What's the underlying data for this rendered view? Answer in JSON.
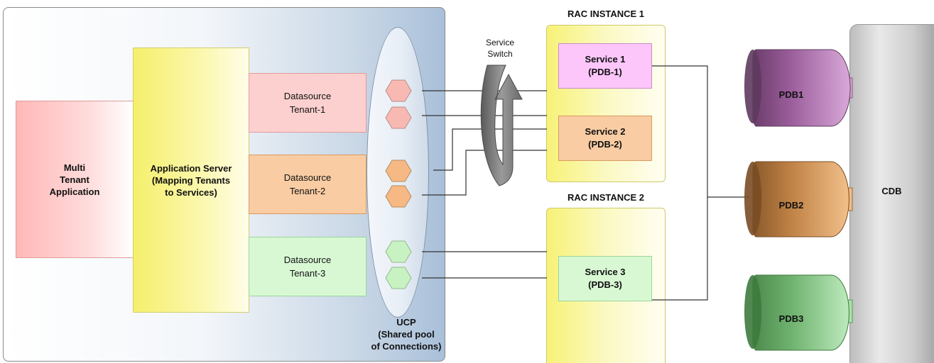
{
  "multi_tenant_app": {
    "label_lines": [
      "Multi",
      "Tenant",
      "Application"
    ]
  },
  "app_server": {
    "label_lines": [
      "Application Server",
      "(Mapping Tenants",
      "to Services)"
    ]
  },
  "datasources": [
    {
      "line1": "Datasource",
      "line2": "Tenant-1",
      "color": "#fbd0cf"
    },
    {
      "line1": "Datasource",
      "line2": "Tenant-2",
      "color": "#f9cca3"
    },
    {
      "line1": "Datasource",
      "line2": "Tenant-3",
      "color": "#d8f8d4"
    }
  ],
  "ucp": {
    "label_lines": [
      "UCP",
      "(Shared pool",
      "of Connections)"
    ]
  },
  "service_switch": {
    "label_lines": [
      "Service",
      "Switch"
    ]
  },
  "rac_instances": [
    {
      "title": "RAC INSTANCE 1"
    },
    {
      "title": "RAC INSTANCE 2"
    }
  ],
  "services": [
    {
      "line1": "Service 1",
      "line2": "(PDB-1)",
      "color": "#fcc6fb"
    },
    {
      "line1": "Service 2",
      "line2": "(PDB-2)",
      "color": "#f9cca3"
    },
    {
      "line1": "Service 3",
      "line2": "(PDB-3)",
      "color": "#d8f8d4"
    }
  ],
  "pdbs": [
    {
      "label": "PDB1",
      "color": "#c07fc0"
    },
    {
      "label": "PDB2",
      "color": "#d39a5c"
    },
    {
      "label": "PDB3",
      "color": "#86cc86"
    }
  ],
  "cdb": {
    "label": "CDB"
  }
}
